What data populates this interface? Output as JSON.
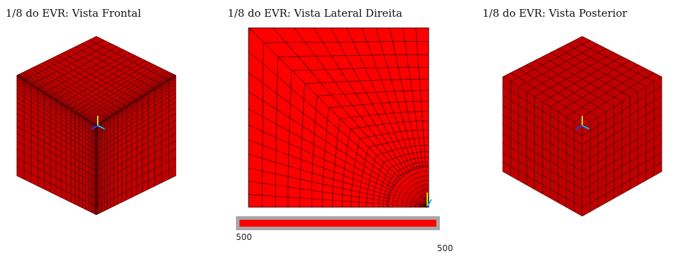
{
  "views": {
    "front": {
      "title": "1/8 do EVR: Vista Frontal"
    },
    "side": {
      "title": "1/8 do EVR: Vista Lateral Direita"
    },
    "back": {
      "title": "1/8 do EVR: Vista Posterior"
    }
  },
  "legend": {
    "min": "500",
    "max": "500",
    "color": "#ff0000"
  },
  "colors": {
    "mesh_dark": "#c00000",
    "mesh_red": "#ff0000",
    "mesh_line": "#1a0000",
    "triad_y": "#e0e000",
    "triad_x": "#00c0ff",
    "triad_z": "#2040ff"
  }
}
